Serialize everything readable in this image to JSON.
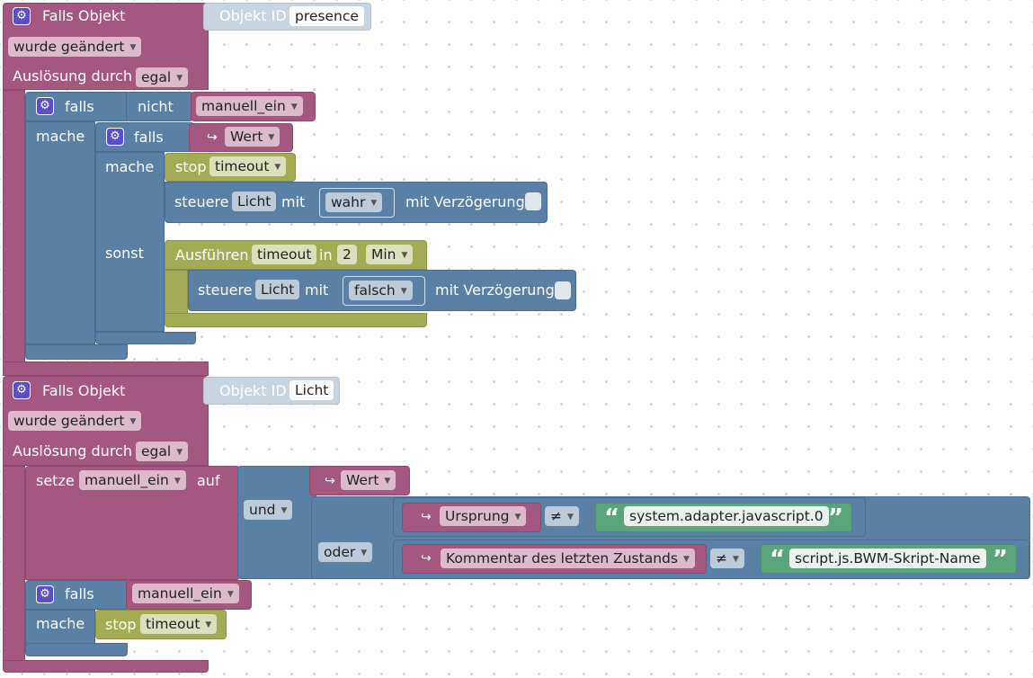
{
  "block1": {
    "header": "Falls Objekt",
    "object_id_label": "Objekt ID",
    "object_id_value": "presence",
    "change_mode": "wurde geändert",
    "trigger_label": "Auslösung durch",
    "trigger_value": "egal",
    "outer_if": {
      "falls": "falls",
      "nicht": "nicht",
      "variable": "manuell_ein",
      "mache": "mache",
      "inner_if": {
        "falls": "falls",
        "value_arrow": "↪",
        "value": "Wert",
        "mache": "mache",
        "sonst": "sonst",
        "stop_label": "stop",
        "stop_timer": "timeout",
        "control1": {
          "steuere": "steuere",
          "object": "Licht",
          "mit": "mit",
          "value": "wahr",
          "delay_label": "mit Verzögerung"
        },
        "run": {
          "label": "Ausführen",
          "timer": "timeout",
          "in": "in",
          "amount": "2",
          "unit": "Min"
        },
        "control2": {
          "steuere": "steuere",
          "object": "Licht",
          "mit": "mit",
          "value": "falsch",
          "delay_label": "mit Verzögerung"
        }
      }
    }
  },
  "block2": {
    "header": "Falls Objekt",
    "object_id_label": "Objekt ID",
    "object_id_value": "Licht",
    "change_mode": "wurde geändert",
    "trigger_label": "Auslösung durch",
    "trigger_value": "egal",
    "set": {
      "setze": "setze",
      "variable": "manuell_ein",
      "auf": "auf",
      "value_arrow": "↪",
      "value": "Wert",
      "und": "und",
      "oder": "oder",
      "cond1": {
        "arrow": "↪",
        "field": "Ursprung",
        "op": "≠",
        "text": "system.adapter.javascript.0"
      },
      "cond2": {
        "arrow": "↪",
        "field": "Kommentar des letzten Zustands",
        "op": "≠",
        "text": "script.js.BWM-Skript-Name"
      }
    },
    "if": {
      "falls": "falls",
      "variable": "manuell_ein",
      "mache": "mache",
      "stop_label": "stop",
      "stop_timer": "timeout"
    }
  },
  "icons": {
    "gear": "gear-icon",
    "dropdown": "dropdown-arrow-icon",
    "quote_open": "“",
    "quote_close": "”"
  },
  "colors": {
    "trigger": "#a5587f",
    "control": "#5b80a5",
    "timer": "#a3ac55",
    "string": "#5ba57b",
    "object_id": "#c8d4e0",
    "gear": "#5a4fc9"
  }
}
